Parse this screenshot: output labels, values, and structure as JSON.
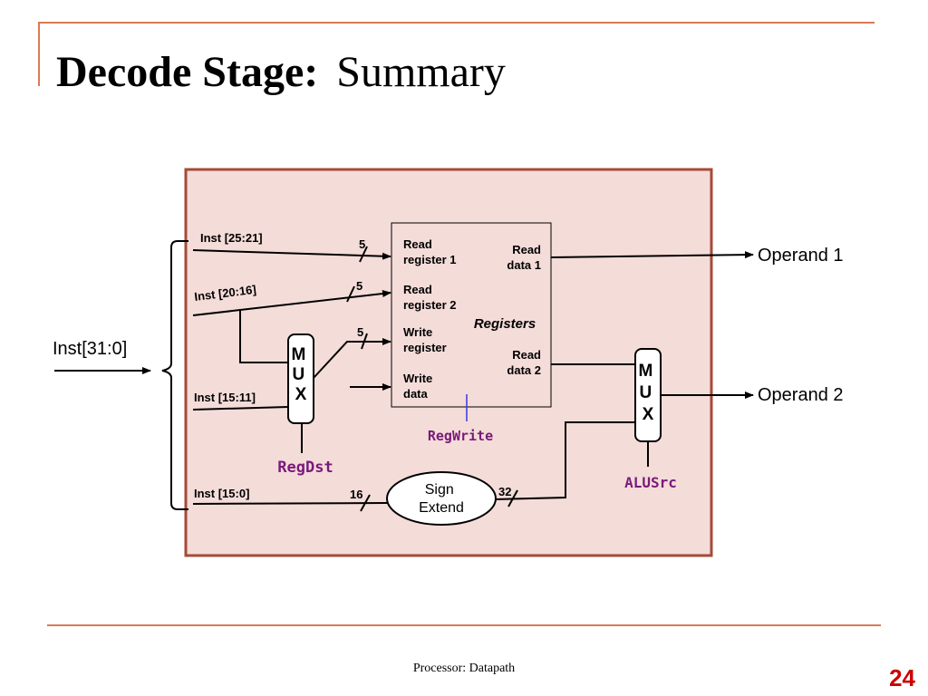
{
  "title": {
    "bold": "Decode Stage:",
    "regular": "Summary"
  },
  "diagram": {
    "inst_input": "Inst[31:0]",
    "fields": {
      "rs": "Inst [25:21]",
      "rt": "Inst [20:16]",
      "rd": "Inst [15:11]",
      "imm": "Inst [15:0]"
    },
    "bus_widths": {
      "read1": "5",
      "read2": "5",
      "write": "5",
      "imm_in": "16",
      "imm_out": "32"
    },
    "register_file": {
      "name": "Registers",
      "read_register_1": [
        "Read",
        "register 1"
      ],
      "read_register_2": [
        "Read",
        "register 2"
      ],
      "write_register": [
        "Write",
        "register"
      ],
      "write_data": [
        "Write",
        "data"
      ],
      "read_data_1": [
        "Read",
        "data 1"
      ],
      "read_data_2": [
        "Read",
        "data 2"
      ]
    },
    "mux_label": [
      "M",
      "U",
      "X"
    ],
    "sign_extend": [
      "Sign",
      "Extend"
    ],
    "control": {
      "regdst": "RegDst",
      "regwrite": "RegWrite",
      "alusrc": "ALUSrc"
    },
    "outputs": {
      "operand1": "Operand 1",
      "operand2": "Operand 2"
    },
    "colors": {
      "panel_fill": "#f4dcd9",
      "panel_border": "#a64a38",
      "accent_line": "#d87a55",
      "control_text": "#7a1a7a",
      "page_number": "#cc0000",
      "regwrite_line": "#3a3adc"
    }
  },
  "footer": {
    "text": "Processor: Datapath",
    "page": "24"
  }
}
